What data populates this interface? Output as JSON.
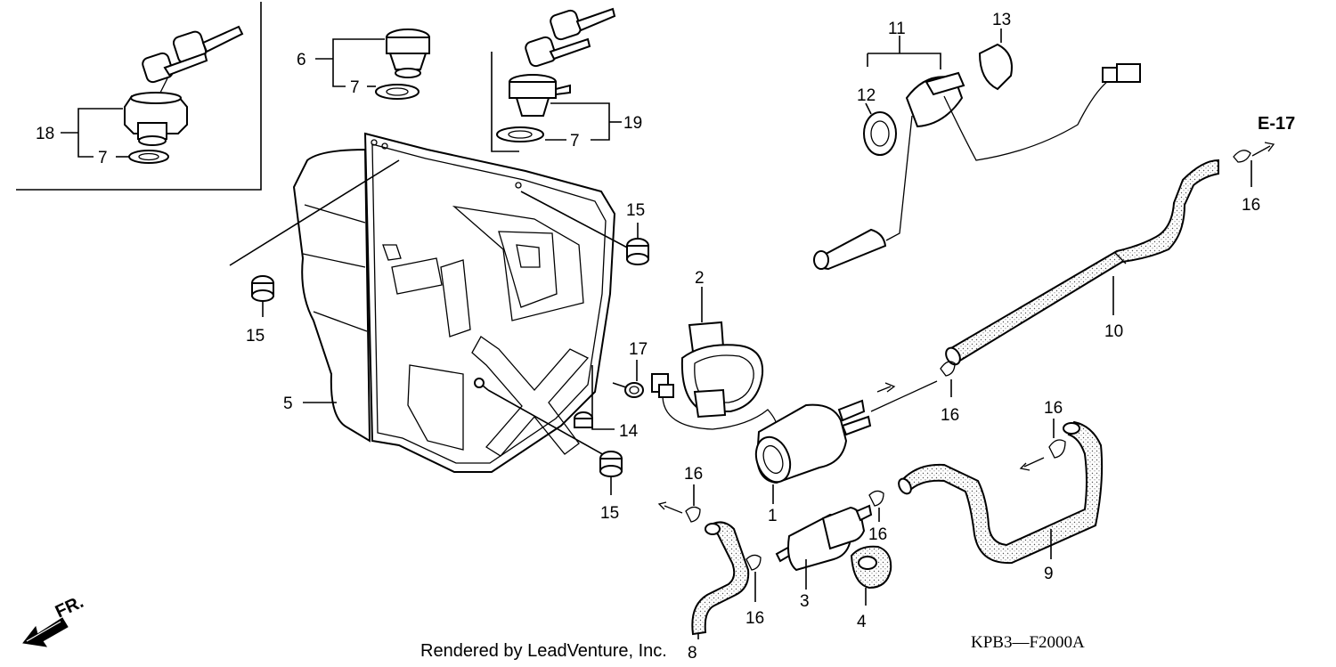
{
  "diagram": {
    "code": "KPB3—F2000A",
    "credit": "Rendered by LeadVenture, Inc.",
    "ref_page": "E-17",
    "direction": "FR.",
    "callouts": {
      "c1": "1",
      "c2": "2",
      "c3": "3",
      "c4": "4",
      "c5": "5",
      "c6": "6",
      "c7a": "7",
      "c7b": "7",
      "c7c": "7",
      "c8": "8",
      "c9": "9",
      "c10": "10",
      "c11": "11",
      "c12": "12",
      "c13": "13",
      "c14": "14",
      "c15a": "15",
      "c15b": "15",
      "c15c": "15",
      "c16a": "16",
      "c16b": "16",
      "c16c": "16",
      "c16d": "16",
      "c16e": "16",
      "c16f": "16",
      "c17": "17",
      "c18": "18",
      "c19": "19"
    }
  }
}
